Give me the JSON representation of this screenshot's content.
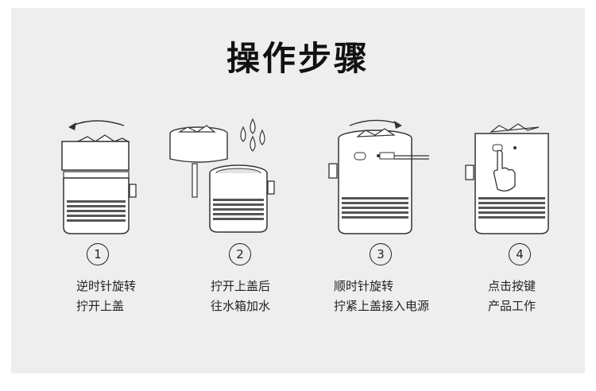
{
  "title": "操作步骤",
  "steps": [
    {
      "number": "1",
      "line1": "逆时针旋转",
      "line2": "拧开上盖"
    },
    {
      "number": "2",
      "line1": "拧开上盖后",
      "line2": "往水箱加水"
    },
    {
      "number": "3",
      "line1": "顺时针旋转",
      "line2": "拧紧上盖接入电源"
    },
    {
      "number": "4",
      "line1": "点击按键",
      "line2": "产品工作"
    }
  ]
}
